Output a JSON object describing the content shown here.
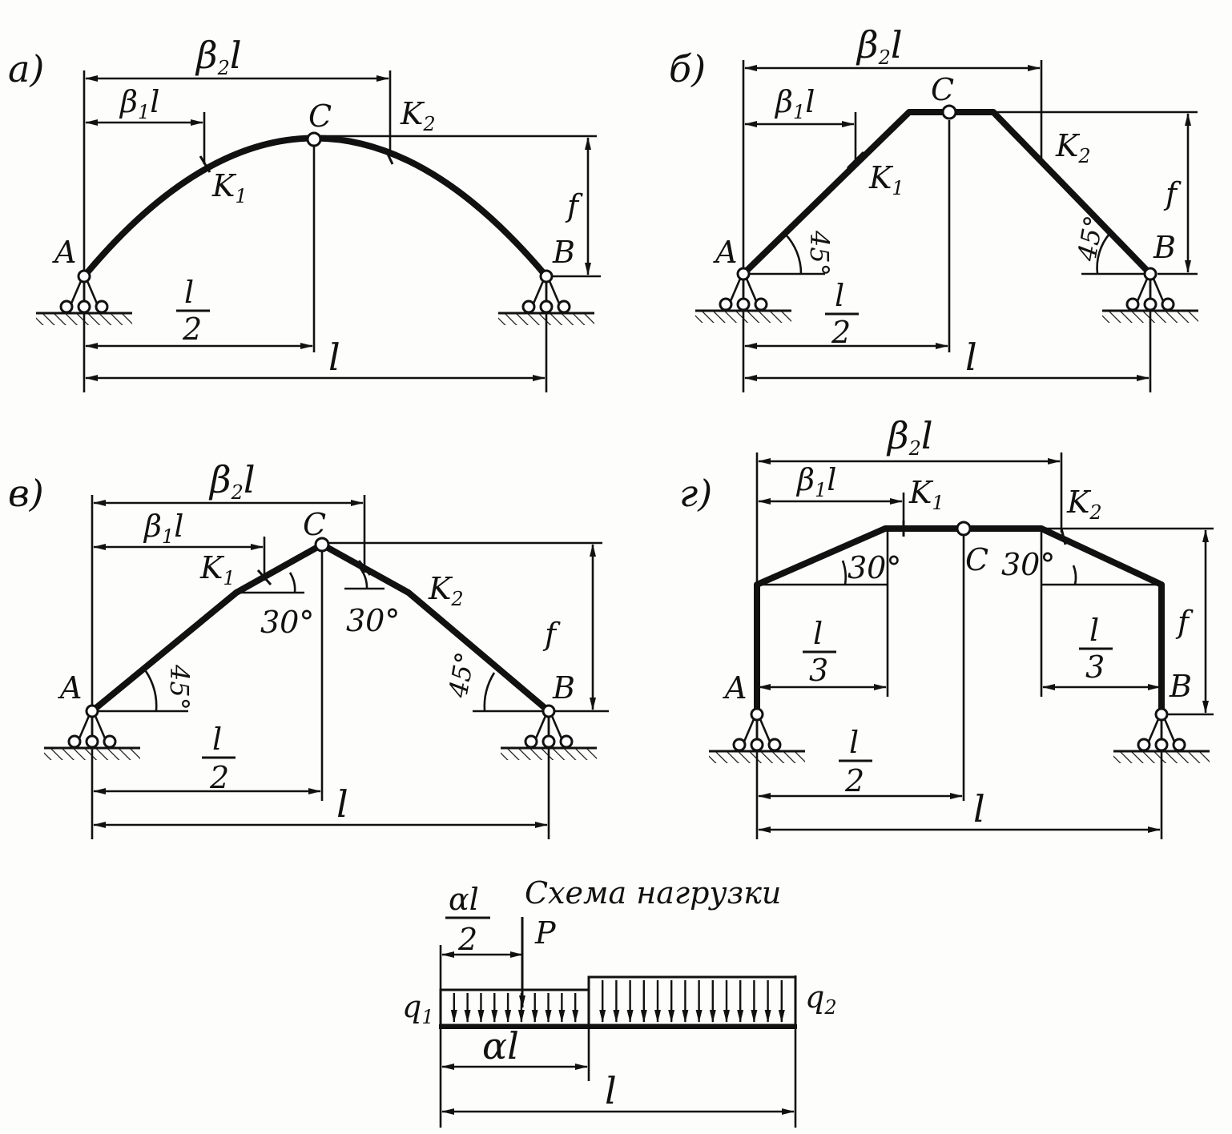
{
  "panels": {
    "a": {
      "tag": "а)",
      "beta2": "β",
      "beta2_sub": "2",
      "beta2_l": "l",
      "beta1": "β",
      "beta1_sub": "1",
      "beta1_l": "l",
      "C": "C",
      "K1": "K",
      "K1_sub": "1",
      "K2": "K",
      "K2_sub": "2",
      "A": "A",
      "B": "B",
      "f": "f",
      "half_num": "l",
      "half_den": "2",
      "span": "l"
    },
    "b": {
      "tag": "б)",
      "beta2": "β",
      "beta2_sub": "2",
      "beta2_l": "l",
      "beta1": "β",
      "beta1_sub": "1",
      "beta1_l": "l",
      "C": "C",
      "K1": "K",
      "K1_sub": "1",
      "K2": "K",
      "K2_sub": "2",
      "A": "A",
      "B": "B",
      "f": "f",
      "angle_left": "45°",
      "angle_right": "45°",
      "half_num": "l",
      "half_den": "2",
      "span": "l"
    },
    "c": {
      "tag": "в)",
      "beta2": "β",
      "beta2_sub": "2",
      "beta2_l": "l",
      "beta1": "β",
      "beta1_sub": "1",
      "beta1_l": "l",
      "C": "C",
      "K1": "K",
      "K1_sub": "1",
      "K2": "K",
      "K2_sub": "2",
      "A": "A",
      "B": "B",
      "f": "f",
      "angle_top_left": "30°",
      "angle_top_right": "30°",
      "angle_left": "45°",
      "angle_right": "45°",
      "half_num": "l",
      "half_den": "2",
      "span": "l"
    },
    "d": {
      "tag": "г)",
      "beta2": "β",
      "beta2_sub": "2",
      "beta2_l": "l",
      "beta1": "β",
      "beta1_sub": "1",
      "beta1_l": "l",
      "C": "C",
      "K1": "K",
      "K1_sub": "1",
      "K2": "K",
      "K2_sub": "2",
      "A": "A",
      "B": "B",
      "f": "f",
      "angle_left": "30°",
      "angle_right": "30°",
      "third_num": "l",
      "third_den": "3",
      "half_num": "l",
      "half_den": "2",
      "span": "l"
    }
  },
  "load": {
    "title": "Схема нагрузки",
    "alpha_half_num": "αl",
    "alpha_half_den": "2",
    "P": "P",
    "q1": "q",
    "q1_sub": "1",
    "q2": "q",
    "q2_sub": "2",
    "alpha_l": "αl",
    "span": "l"
  }
}
